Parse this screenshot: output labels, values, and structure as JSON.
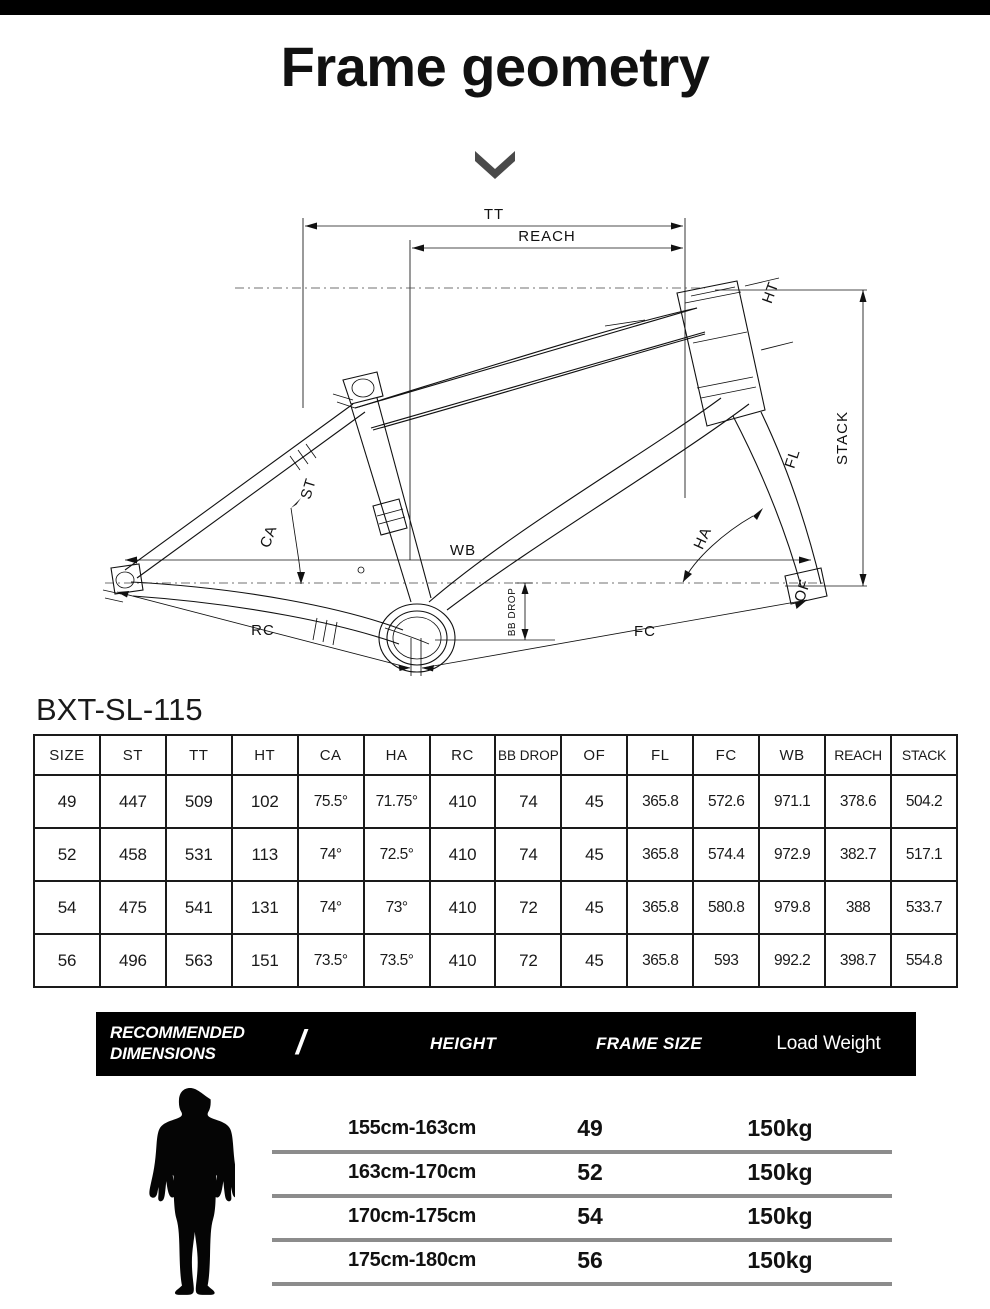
{
  "header": {
    "title": "Frame geometry",
    "chevron_icon": "chevron-down-icon"
  },
  "diagram": {
    "name": "bicycle-frame-geometry-diagram",
    "labels": {
      "tt": "TT",
      "reach": "REACH",
      "ht": "HT",
      "stack": "STACK",
      "fl": "FL",
      "st": "ST",
      "ca": "CA",
      "wb": "WB",
      "bb_drop": "BB DROP",
      "rc": "RC",
      "fc": "FC",
      "ha": "HA",
      "of": "OF"
    }
  },
  "model": {
    "name": "BXT-SL-115"
  },
  "geometry_table": {
    "columns": [
      "SIZE",
      "ST",
      "TT",
      "HT",
      "CA",
      "HA",
      "RC",
      "BB DROP",
      "OF",
      "FL",
      "FC",
      "WB",
      "REACH",
      "STACK"
    ],
    "rows": [
      [
        "49",
        "447",
        "509",
        "102",
        "75.5°",
        "71.75°",
        "410",
        "74",
        "45",
        "365.8",
        "572.6",
        "971.1",
        "378.6",
        "504.2"
      ],
      [
        "52",
        "458",
        "531",
        "113",
        "74°",
        "72.5°",
        "410",
        "74",
        "45",
        "365.8",
        "574.4",
        "972.9",
        "382.7",
        "517.1"
      ],
      [
        "54",
        "475",
        "541",
        "131",
        "74°",
        "73°",
        "410",
        "72",
        "45",
        "365.8",
        "580.8",
        "979.8",
        "388",
        "533.7"
      ],
      [
        "56",
        "496",
        "563",
        "151",
        "73.5°",
        "73.5°",
        "410",
        "72",
        "45",
        "365.8",
        "593",
        "992.2",
        "398.7",
        "554.8"
      ]
    ]
  },
  "recommended": {
    "title_line1": "RECOMMENDED",
    "title_line2": "DIMENSIONS",
    "separator": "/",
    "col_height": "HEIGHT",
    "col_frame_size": "FRAME SIZE",
    "col_load_weight": "Load Weight",
    "silhouette_icon": "person-silhouette-icon",
    "rows": [
      {
        "height": "155cm-163cm",
        "frame_size": "49",
        "load_weight": "150kg"
      },
      {
        "height": "163cm-170cm",
        "frame_size": "52",
        "load_weight": "150kg"
      },
      {
        "height": "170cm-175cm",
        "frame_size": "54",
        "load_weight": "150kg"
      },
      {
        "height": "175cm-180cm",
        "frame_size": "56",
        "load_weight": "150kg"
      }
    ]
  },
  "colors": {
    "bar": "#000000",
    "text": "#111111",
    "rule": "#8c8c8c"
  }
}
